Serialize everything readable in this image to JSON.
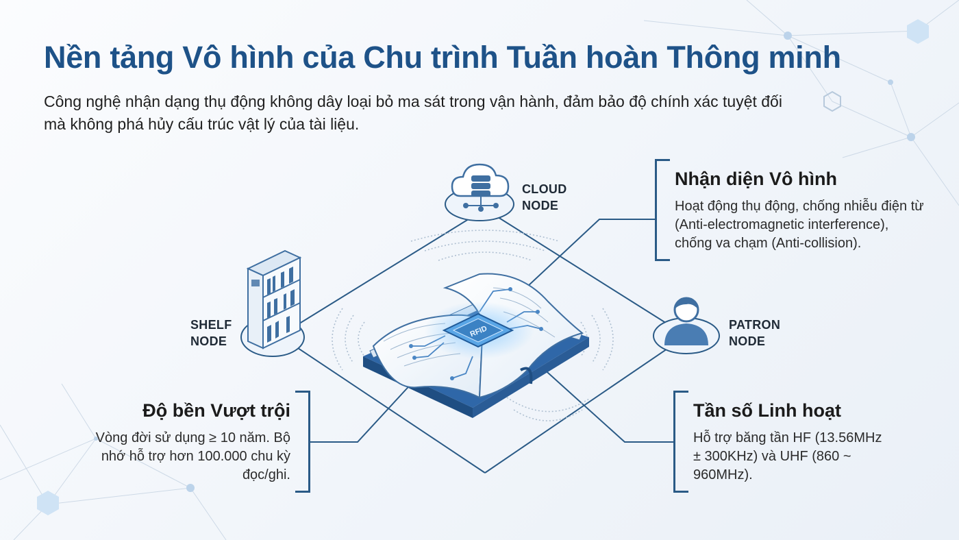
{
  "header": {
    "title": "Nền tảng Vô hình của Chu trình Tuần hoàn Thông minh",
    "subtitle": "Công nghệ nhận dạng thụ động không dây loại bỏ ma sát trong vận hành, đảm bảo độ chính xác tuyệt đối mà không phá hủy cấu trúc vật lý của tài liệu."
  },
  "nodes": {
    "cloud": {
      "line1": "CLOUD",
      "line2": "NODE",
      "icon": "cloud-database-icon"
    },
    "shelf": {
      "line1": "SHELF",
      "line2": "NODE",
      "icon": "bookshelf-icon"
    },
    "patron": {
      "line1": "PATRON",
      "line2": "NODE",
      "icon": "person-icon"
    },
    "center": {
      "chip_text": "RFID",
      "icon": "open-book-rfid-icon"
    }
  },
  "panels": {
    "invisible": {
      "title": "Nhận diện Vô hình",
      "body": "Hoạt động thụ động, chống nhiễu điện từ (Anti-electromagnetic interference), chống va chạm (Anti-collision)."
    },
    "durability": {
      "title": "Độ bền Vượt trội",
      "body": "Vòng đời sử dụng ≥ 10 năm. Bộ nhớ hỗ trợ hơn 100.000 chu kỳ đọc/ghi."
    },
    "frequency": {
      "title": "Tần số Linh hoạt",
      "body": "Hỗ trợ băng tần HF (13.56MHz ± 300KHz) và UHF (860 ~ 960MHz)."
    }
  },
  "colors": {
    "title": "#1e5288",
    "line": "#2a5a86",
    "icon": "#3f6fa1",
    "chip": "#3b82c4",
    "book_cover": "#2f67a8",
    "accent_light": "#cfe3f5"
  }
}
